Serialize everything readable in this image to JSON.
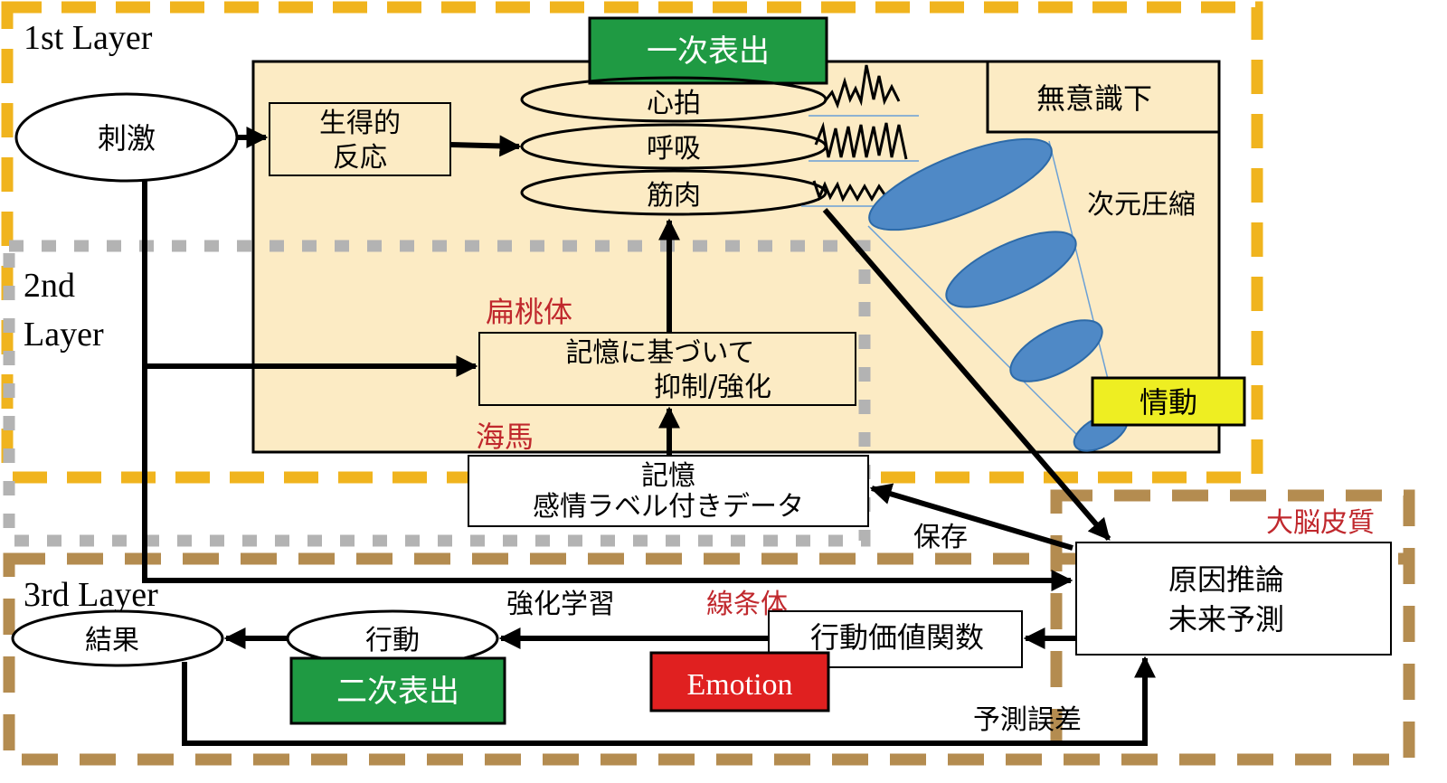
{
  "layers": {
    "first": "1st Layer",
    "second_line1": "2nd",
    "second_line2": "Layer",
    "third": "3rd Layer"
  },
  "nodes": {
    "stimulus": "刺激",
    "innate_line1": "生得的",
    "innate_line2": "反応",
    "primary_expression": "一次表出",
    "heartbeat": "心拍",
    "breathing": "呼吸",
    "muscle": "筋肉",
    "subconscious": "無意識下",
    "dimension_reduction": "次元圧縮",
    "emotion_affect": "情動",
    "amygdala": "扁桃体",
    "suppress_line1": "記憶に基づいて",
    "suppress_line2": "抑制/強化",
    "hippocampus": "海馬",
    "memory_line1": "記憶",
    "memory_line2": "感情ラベル付きデータ",
    "save": "保存",
    "cortex": "大脳皮質",
    "inference_line1": "原因推論",
    "inference_line2": "未来予測",
    "reinforcement": "強化学習",
    "striatum": "線条体",
    "action_value": "行動価値関数",
    "result": "結果",
    "action": "行動",
    "secondary_expression": "二次表出",
    "emotion_label": "Emotion",
    "prediction_error": "予測誤差"
  },
  "colors": {
    "layer1_border": "#f0b41e",
    "layer2_border": "#b3b3b3",
    "layer3_border": "#b48c50",
    "panel_fill": "#fcebc4",
    "green": "#1f9a43",
    "red": "#e02020",
    "yellow": "#eeee22",
    "blue": "#4f89c6",
    "label_red": "#c0282d"
  }
}
